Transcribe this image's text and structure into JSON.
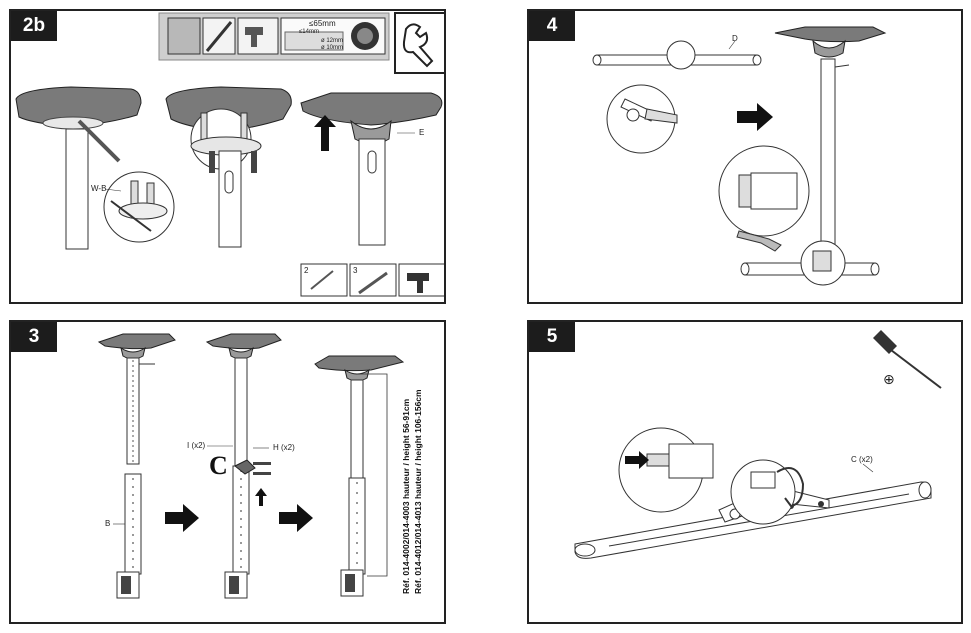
{
  "panels": {
    "p2b": {
      "step": "2b"
    },
    "p4": {
      "step": "4",
      "label_d": "D"
    },
    "p3": {
      "step": "3",
      "label_b": "B",
      "label_i": "I (x2)",
      "label_h": "H (x2)",
      "ref_line1": "Réf. 014-4002/014-4003  hauteur / height  56-91cm",
      "ref_line2": "Réf. 014-4012/014-4013 hauteur / height 106-156cm"
    },
    "p5": {
      "step": "5",
      "label_c": "C (x2)",
      "phillips_symbol": "⊕"
    }
  },
  "p2b": {
    "label_wb": "W-B",
    "label_e": "E",
    "tool_strip": {
      "dims": [
        "≤65mm",
        "≤14mm"
      ],
      "screw1": "ø 12mm",
      "screw2": "ø 10mm"
    },
    "hint_numbers": [
      "2",
      "3"
    ]
  },
  "icons": [
    "wrench-icon",
    "drill-icon",
    "screwdriver-icon",
    "pencil-icon",
    "arrow-right-icon",
    "arrow-up-icon"
  ]
}
